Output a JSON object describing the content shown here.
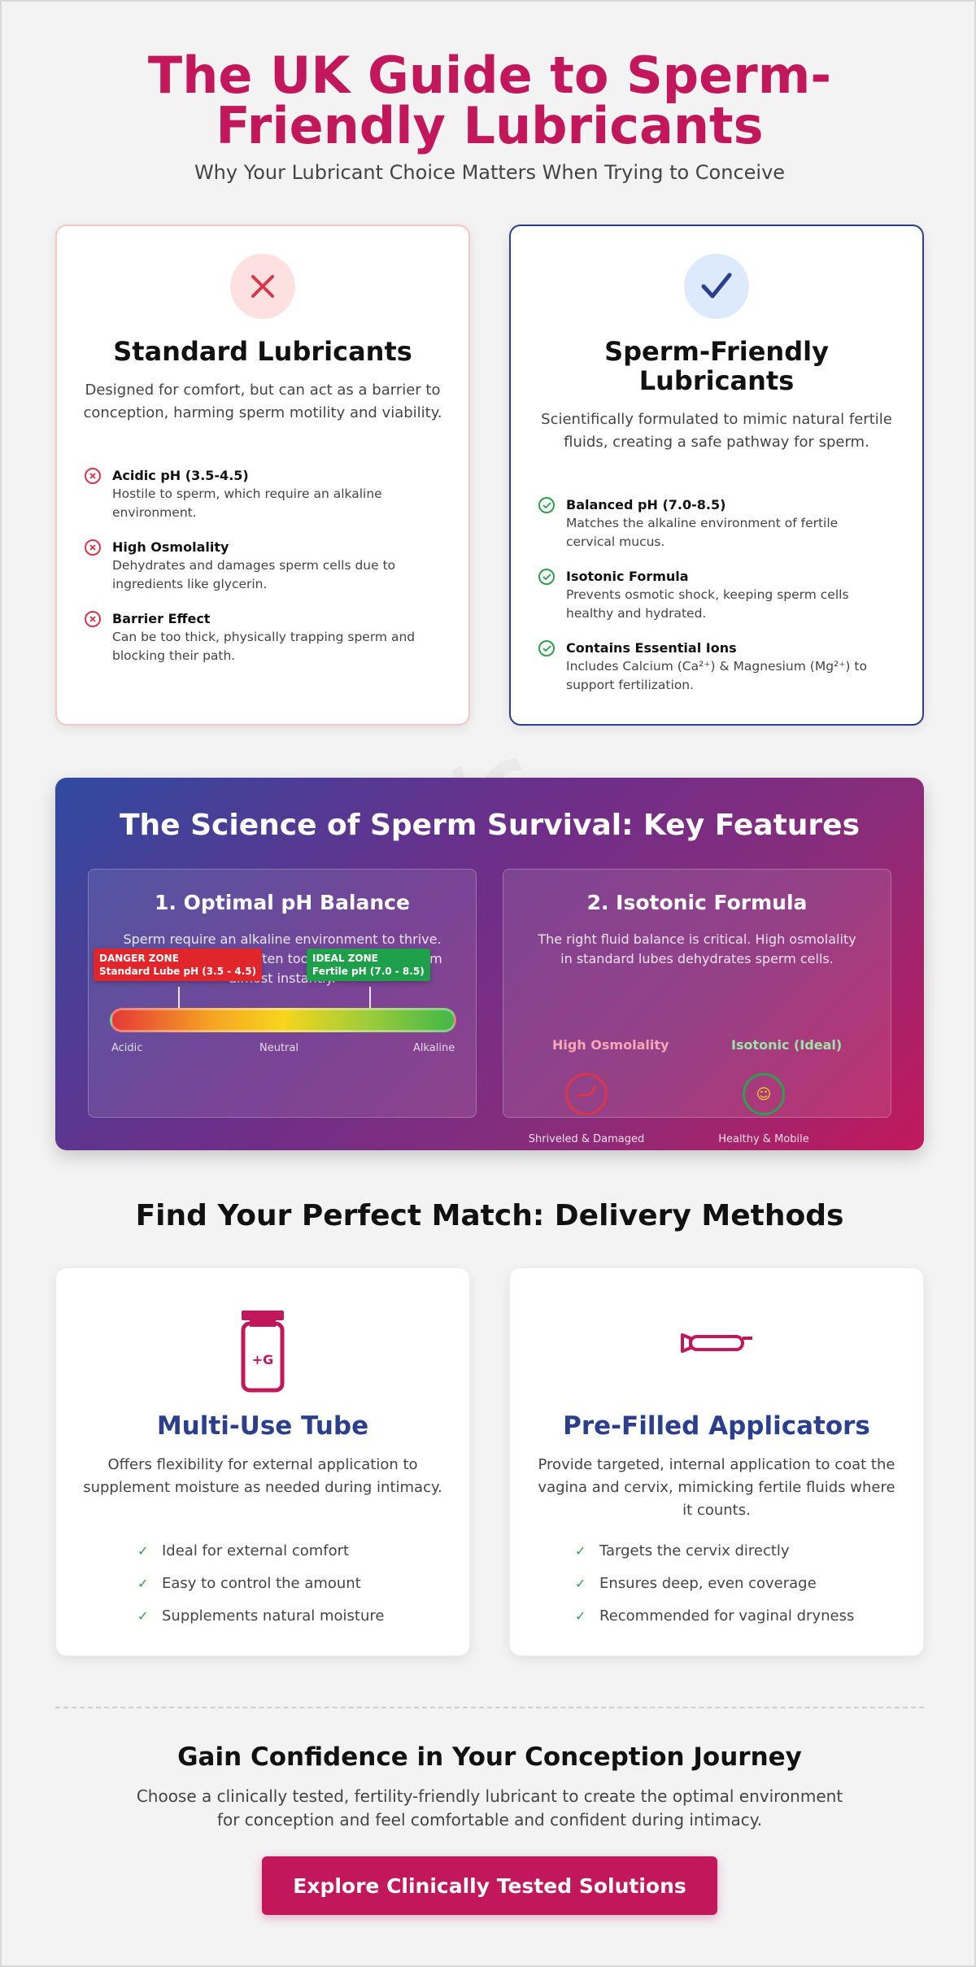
{
  "header": {
    "title": "The UK Guide to Sperm-Friendly Lubricants",
    "subtitle": "Why Your Lubricant Choice Matters When Trying to Conceive"
  },
  "comparison": {
    "standard": {
      "icon": "x-icon",
      "title": "Standard Lubricants",
      "description": "Designed for comfort, but can act as a barrier to conception, harming sperm motility and viability.",
      "features": [
        {
          "title": "Acidic pH (3.5-4.5)",
          "text": "Hostile to sperm, which require an alkaline environment."
        },
        {
          "title": "High Osmolality",
          "text": "Dehydrates and damages sperm cells due to ingredients like glycerin."
        },
        {
          "title": "Barrier Effect",
          "text": "Can be too thick, physically trapping sperm and blocking their path."
        }
      ]
    },
    "friendly": {
      "icon": "checkmark-icon",
      "title": "Sperm-Friendly Lubricants",
      "description": "Scientifically formulated to mimic natural fertile fluids, creating a safe pathway for sperm.",
      "features": [
        {
          "title": "Balanced pH (7.0-8.5)",
          "text": "Matches the alkaline environment of fertile cervical mucus."
        },
        {
          "title": "Isotonic Formula",
          "text": "Prevents osmotic shock, keeping sperm cells healthy and hydrated."
        },
        {
          "title": "Contains Essential Ions",
          "text": "Includes Calcium (Ca²⁺) & Magnesium (Mg²⁺) to support fertilization."
        }
      ]
    }
  },
  "science": {
    "title": "The Science of Sperm Survival: Key Features",
    "ph": {
      "title": "1. Optimal pH Balance",
      "description": "Sperm require an alkaline environment to thrive. Standard lubes are often too acidic, killing sperm almost instantly.",
      "danger_zone": {
        "label": "DANGER ZONE",
        "detail": "Standard Lube pH (3.5 - 4.5)"
      },
      "ideal_zone": {
        "label": "IDEAL ZONE",
        "detail": "Fertile pH (7.0 - 8.5)"
      },
      "scale": {
        "left": "Acidic",
        "middle": "Neutral",
        "right": "Alkaline"
      }
    },
    "isotonic": {
      "title": "2. Isotonic Formula",
      "description": "The right fluid balance is critical. High osmolality in standard lubes dehydrates sperm cells.",
      "high": {
        "label": "High Osmolality",
        "caption": "Shriveled & Damaged",
        "color": "#f8a5b5"
      },
      "ideal": {
        "label": "Isotonic (Ideal)",
        "caption": "Healthy & Mobile",
        "color": "#9be3a8"
      }
    }
  },
  "delivery": {
    "title": "Find Your Perfect Match: Delivery Methods",
    "tube": {
      "icon": "tube-bottle-icon",
      "title": "Multi-Use Tube",
      "description": "Offers flexibility for external application to supplement moisture as needed during intimacy.",
      "items": [
        "Ideal for external comfort",
        "Easy to control the amount",
        "Supplements natural moisture"
      ]
    },
    "applicator": {
      "icon": "applicator-icon",
      "title": "Pre-Filled Applicators",
      "description": "Provide targeted, internal application to coat the vagina and cervix, mimicking fertile fluids where it counts.",
      "items": [
        "Targets the cervix directly",
        "Ensures deep, even coverage",
        "Recommended for vaginal dryness"
      ]
    }
  },
  "cta": {
    "title": "Gain Confidence in Your Conception Journey",
    "text": "Choose a clinically tested, fertility-friendly lubricant to create the optimal environment for conception and feel comfortable and confident during intimacy.",
    "button": "Explore Clinically Tested Solutions"
  },
  "colors": {
    "brand": "#c2185b",
    "navy": "#2b3f8c",
    "success": "#2e9e4f",
    "danger": "#d9364a"
  }
}
